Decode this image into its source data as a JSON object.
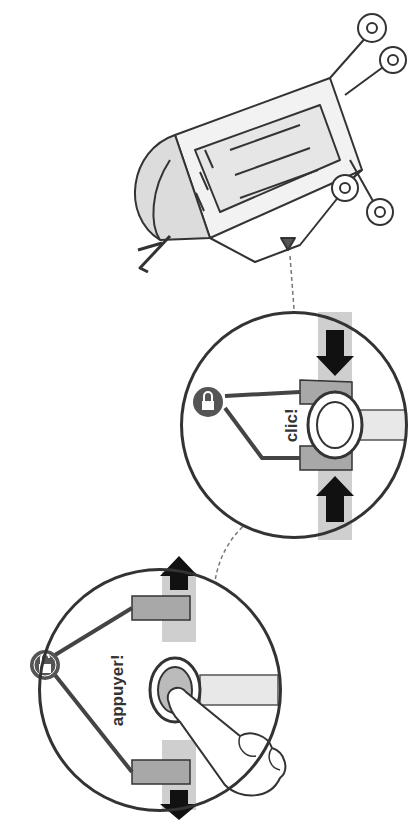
{
  "diagram": {
    "nodes": [
      {
        "text": [
          "clic!"
        ]
      },
      {
        "text": [
          "appuyer!"
        ]
      }
    ],
    "edges": [
      {
        "from": 0,
        "to": 1,
        "arrow": "none"
      }
    ]
  }
}
